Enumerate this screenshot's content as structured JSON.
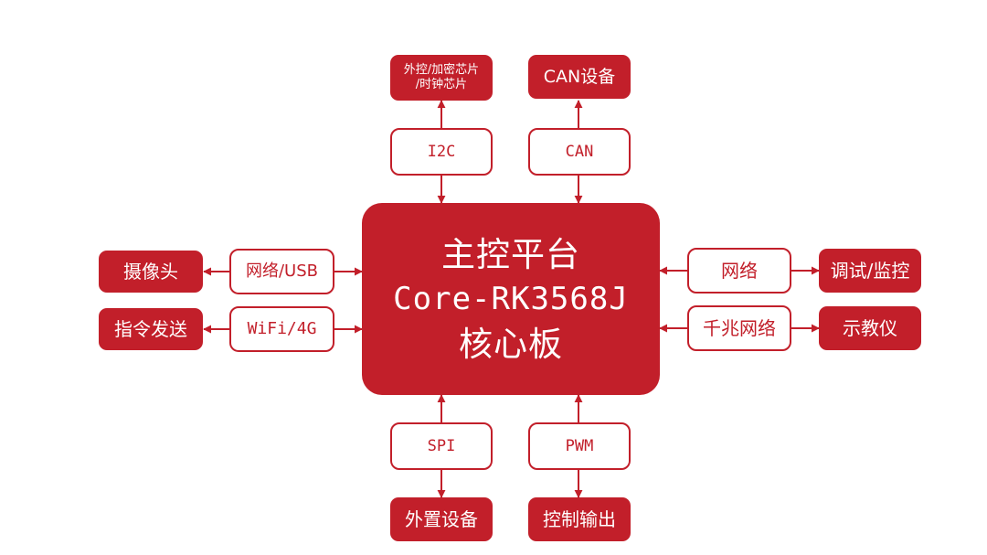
{
  "colors": {
    "accent": "#c21f2a",
    "background": "#ffffff"
  },
  "core": {
    "line1": "主控平台",
    "line2": "Core-RK3568J",
    "line3": "核心板"
  },
  "top": {
    "chip": {
      "line1": "外控/加密芯片",
      "line2": "/时钟芯片"
    },
    "can_device": "CAN设备",
    "i2c": "I2C",
    "can": "CAN"
  },
  "left": {
    "camera": "摄像头",
    "command_send": "指令发送",
    "network_usb": "网络/USB",
    "wifi_4g": "WiFi/4G"
  },
  "right": {
    "network": "网络",
    "debug_monitor": "调试/监控",
    "gigabit_network": "千兆网络",
    "demo_instrument": "示教仪"
  },
  "bottom": {
    "spi": "SPI",
    "pwm": "PWM",
    "external_device": "外置设备",
    "control_output": "控制输出"
  }
}
